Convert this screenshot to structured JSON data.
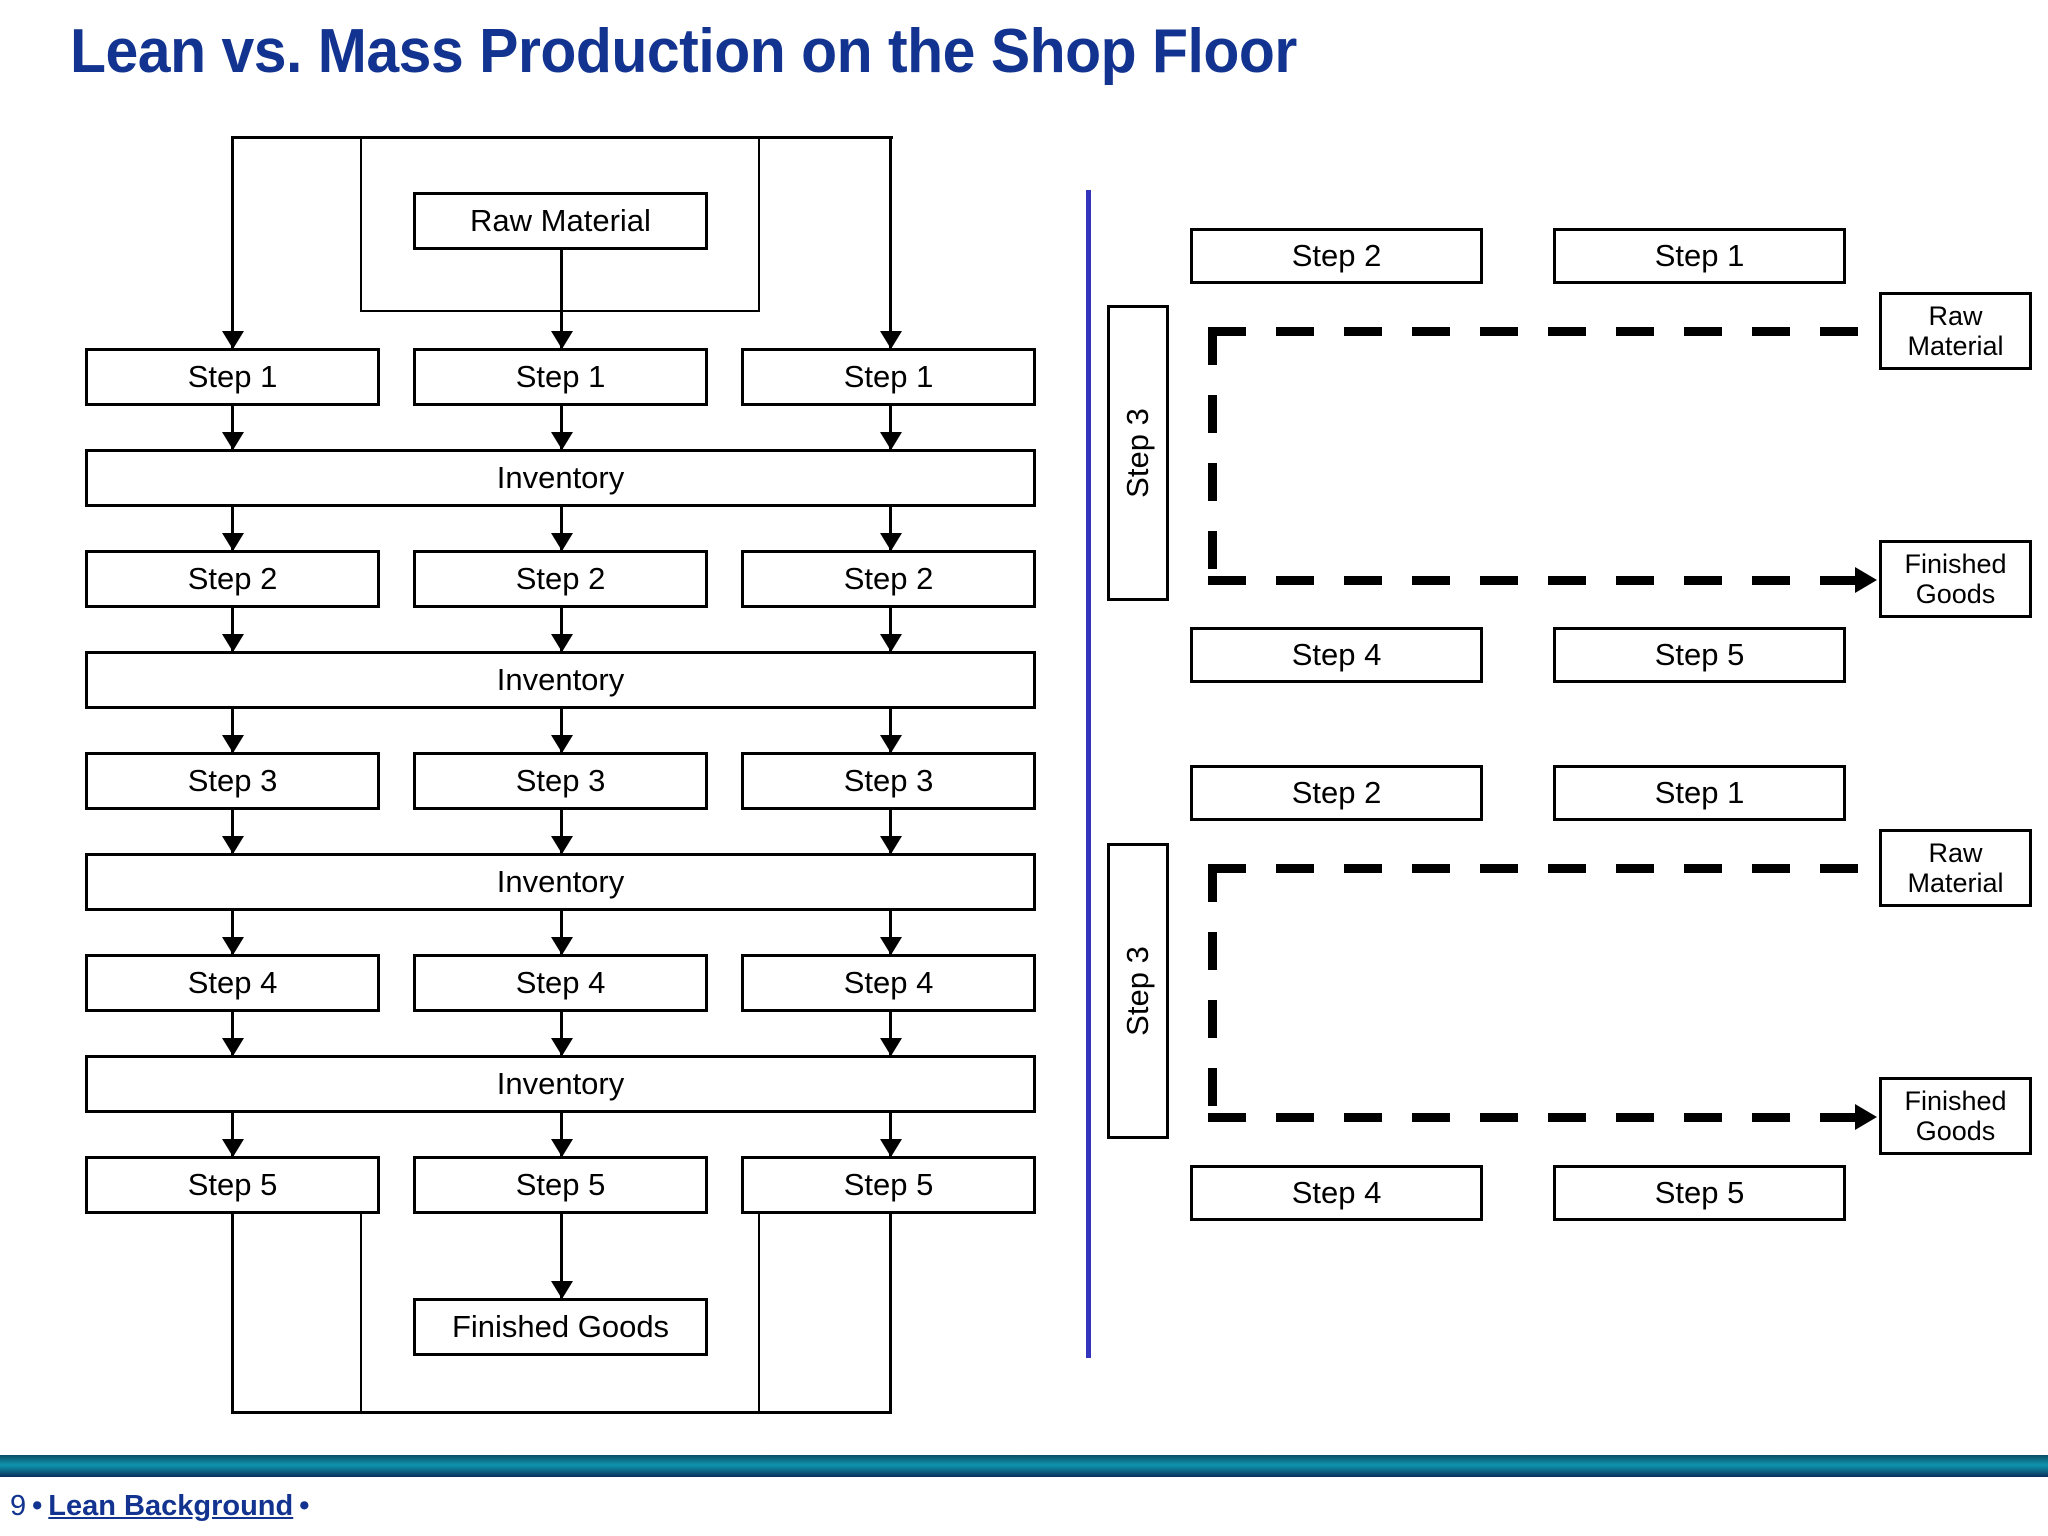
{
  "slide": {
    "title": "Lean vs. Mass Production on the Shop Floor",
    "title_color": "#12338F",
    "divider_color": "#3333BB",
    "page_number": "9",
    "footer_link": "Lean Background",
    "footer_bullet": "•"
  },
  "mass_production": {
    "raw_material": "Raw Material",
    "finished_goods": "Finished Goods",
    "columns": [
      {
        "steps": [
          "Step 1",
          "Step 2",
          "Step 3",
          "Step 4",
          "Step 5"
        ]
      },
      {
        "steps": [
          "Step 1",
          "Step 2",
          "Step 3",
          "Step 4",
          "Step 5"
        ]
      },
      {
        "steps": [
          "Step 1",
          "Step 2",
          "Step 3",
          "Step 4",
          "Step 5"
        ]
      }
    ],
    "inventory_bars": [
      "Inventory",
      "Inventory",
      "Inventory",
      "Inventory"
    ]
  },
  "lean_cells": [
    {
      "top_left": "Step 2",
      "top_right": "Step 1",
      "side": "Step 3",
      "bottom_left": "Step 4",
      "bottom_right": "Step 5",
      "raw_material_line1": "Raw",
      "raw_material_line2": "Material",
      "finished_goods_line1": "Finished",
      "finished_goods_line2": "Goods"
    },
    {
      "top_left": "Step 2",
      "top_right": "Step 1",
      "side": "Step 3",
      "bottom_left": "Step 4",
      "bottom_right": "Step 5",
      "raw_material_line1": "Raw",
      "raw_material_line2": "Material",
      "finished_goods_line1": "Finished",
      "finished_goods_line2": "Goods"
    }
  ]
}
